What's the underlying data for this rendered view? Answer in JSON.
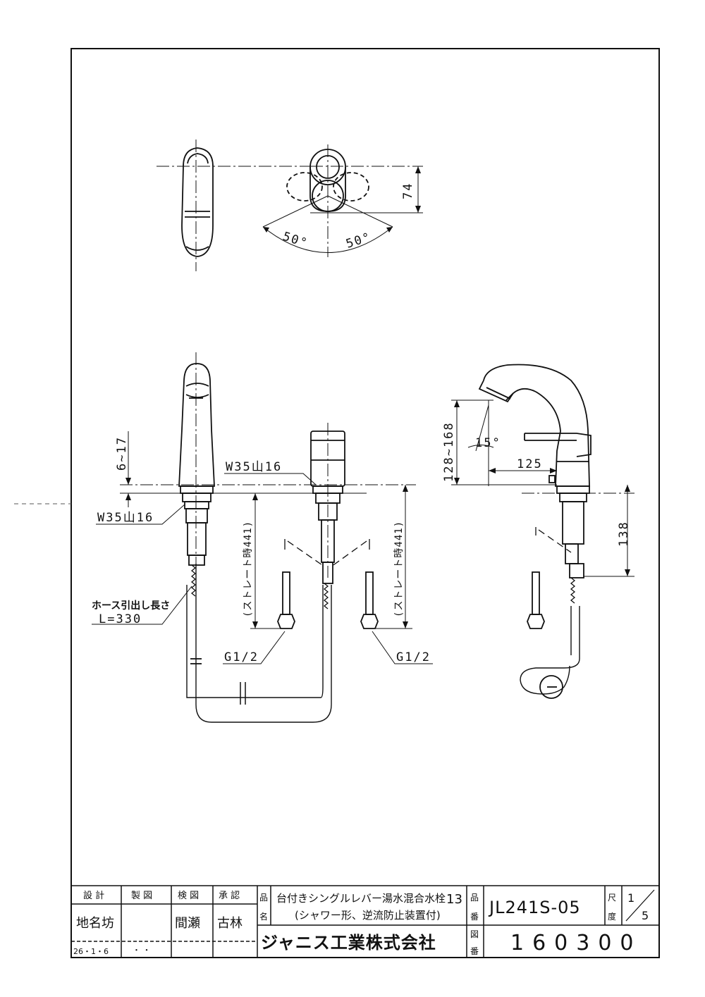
{
  "dimensions": {
    "top_depth": "74",
    "angle_left": "50°",
    "angle_right": "50°",
    "deck_thickness": "6~17",
    "thread_upper": "W35山16",
    "thread_lower": "W35山16",
    "hose_label": "ホース引出し長さ",
    "hose_length": "L=330",
    "straight_left": "(ストレート時441)",
    "straight_right": "(ストレート時441)",
    "pipe_left": "G1/2",
    "pipe_right": "G1/2",
    "spout_height": "128~168",
    "spout_angle": "15°",
    "spout_reach": "125",
    "shank_depth": "138"
  },
  "title_block": {
    "headers": {
      "design": "設 計",
      "drafting": "製 図",
      "inspection": "検 図",
      "approval": "承 認"
    },
    "names": {
      "design": "地名坊",
      "drafting": "",
      "inspection": "間瀬",
      "approval": "古林"
    },
    "date": "26・1・6",
    "date_dots": "・ ・",
    "product_name_label_1": "品",
    "product_name_label_2": "名",
    "product_name_line1": "台付きシングルレバー湯水混合水栓",
    "product_size": "13",
    "product_name_line2": "(シャワー形、逆流防止装置付)",
    "part_number_label_1": "品",
    "part_number_label_2": "番",
    "part_number": "JL241S-05",
    "scale_label_1": "尺",
    "scale_label_2": "度",
    "scale_num": "1",
    "scale_den": "5",
    "company": "ジャニス工業株式会社",
    "drawing_number_label_1": "図",
    "drawing_number_label_2": "番",
    "drawing_number": "160300"
  }
}
